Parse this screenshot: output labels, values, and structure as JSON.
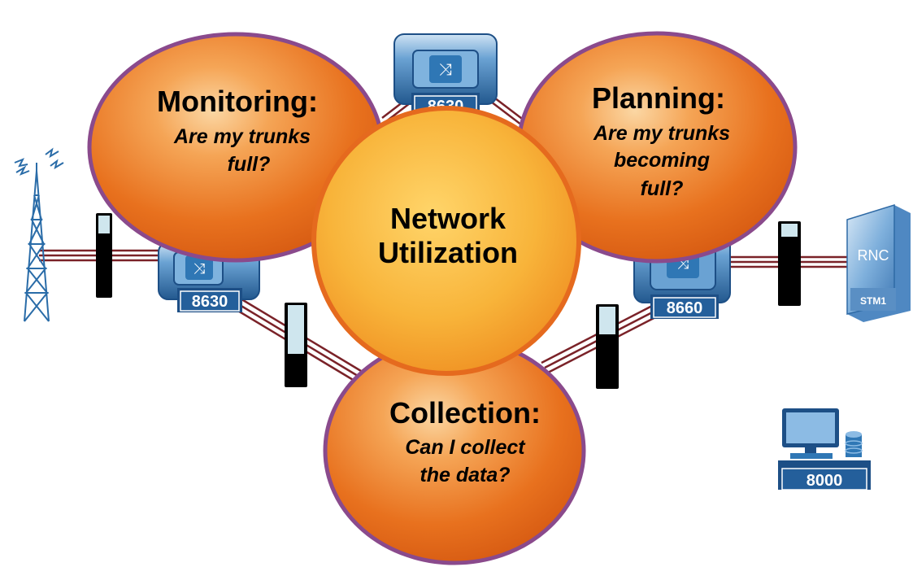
{
  "bubbles": {
    "monitoring": {
      "title": "Monitoring:",
      "lines": [
        "Are my trunks",
        "full?"
      ]
    },
    "planning": {
      "title": "Planning:",
      "lines": [
        "Are my trunks",
        "becoming",
        "full?"
      ]
    },
    "collection": {
      "title": "Collection:",
      "lines": [
        "Can I collect",
        "the data?"
      ]
    },
    "center": {
      "lines": [
        "Network",
        "Utilization"
      ]
    }
  },
  "devices": {
    "switch_top": {
      "label": "8630"
    },
    "switch_left": {
      "label": "8630"
    },
    "switch_right": {
      "label": "8660"
    },
    "rnc": {
      "label": "RNC",
      "sublabel": "STM1"
    },
    "workstation": {
      "label": "8000"
    }
  },
  "colors": {
    "bubble_fill": "#e8711e",
    "bubble_border": "#8a4a8c",
    "center_fill": "#f6ac2f",
    "link": "#7a2228",
    "device_blue": "#2f77b5",
    "device_dark": "#1d4f86"
  }
}
